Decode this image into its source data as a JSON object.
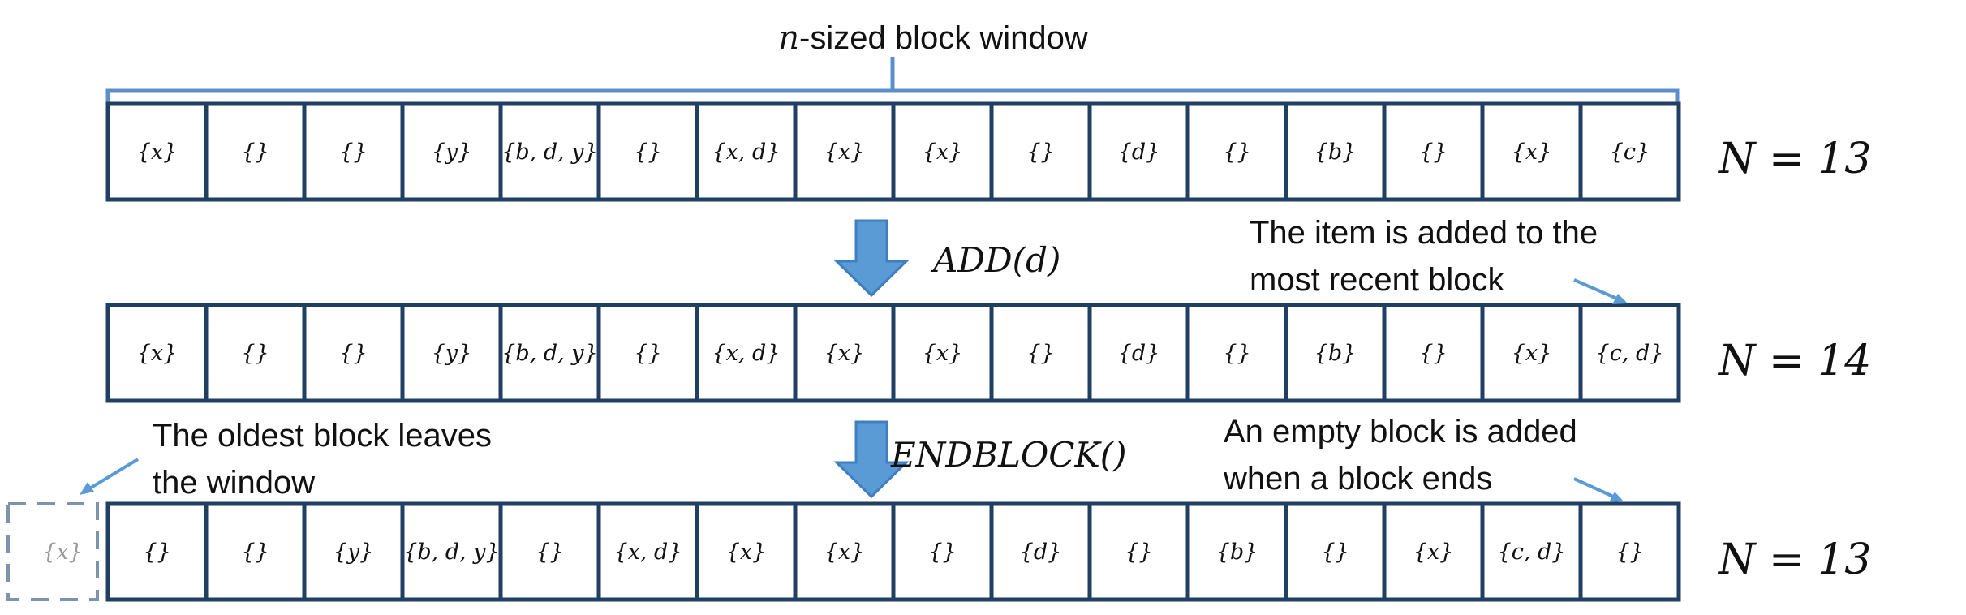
{
  "title": {
    "var": "n",
    "suffix": "-sized block window"
  },
  "rows": [
    {
      "cells": [
        "{x}",
        "{}",
        "{}",
        "{y}",
        "{b, d, y}",
        "{}",
        "{x, d}",
        "{x}",
        "{x}",
        "{}",
        "{d}",
        "{}",
        "{b}",
        "{}",
        "{x}",
        "{c}"
      ],
      "count_label": "N = 13"
    },
    {
      "cells": [
        "{x}",
        "{}",
        "{}",
        "{y}",
        "{b, d, y}",
        "{}",
        "{x, d}",
        "{x}",
        "{x}",
        "{}",
        "{d}",
        "{}",
        "{b}",
        "{}",
        "{x}",
        "{c, d}"
      ],
      "count_label": "N = 14"
    },
    {
      "evicted_cell": "{x}",
      "cells": [
        "{}",
        "{}",
        "{y}",
        "{b, d, y}",
        "{}",
        "{x, d}",
        "{x}",
        "{x}",
        "{}",
        "{d}",
        "{}",
        "{b}",
        "{}",
        "{x}",
        "{c, d}",
        "{}"
      ],
      "count_label": "N = 13"
    }
  ],
  "operations": {
    "add": "ADD(d)",
    "endblock": "ENDBLOCK()"
  },
  "annotations": {
    "item_added": [
      "The item is added to the",
      "most recent block"
    ],
    "oldest_leaves": [
      "The oldest block leaves",
      "the window"
    ],
    "empty_added": [
      "An empty block is added",
      "when a block ends"
    ]
  },
  "colors": {
    "cell_border": "#1f3f63",
    "brace": "#5b8fc9",
    "arrow_fill": "#5b9bd5",
    "arrow_stroke": "#3f7fbf",
    "ghost_border": "#7d93ad"
  }
}
